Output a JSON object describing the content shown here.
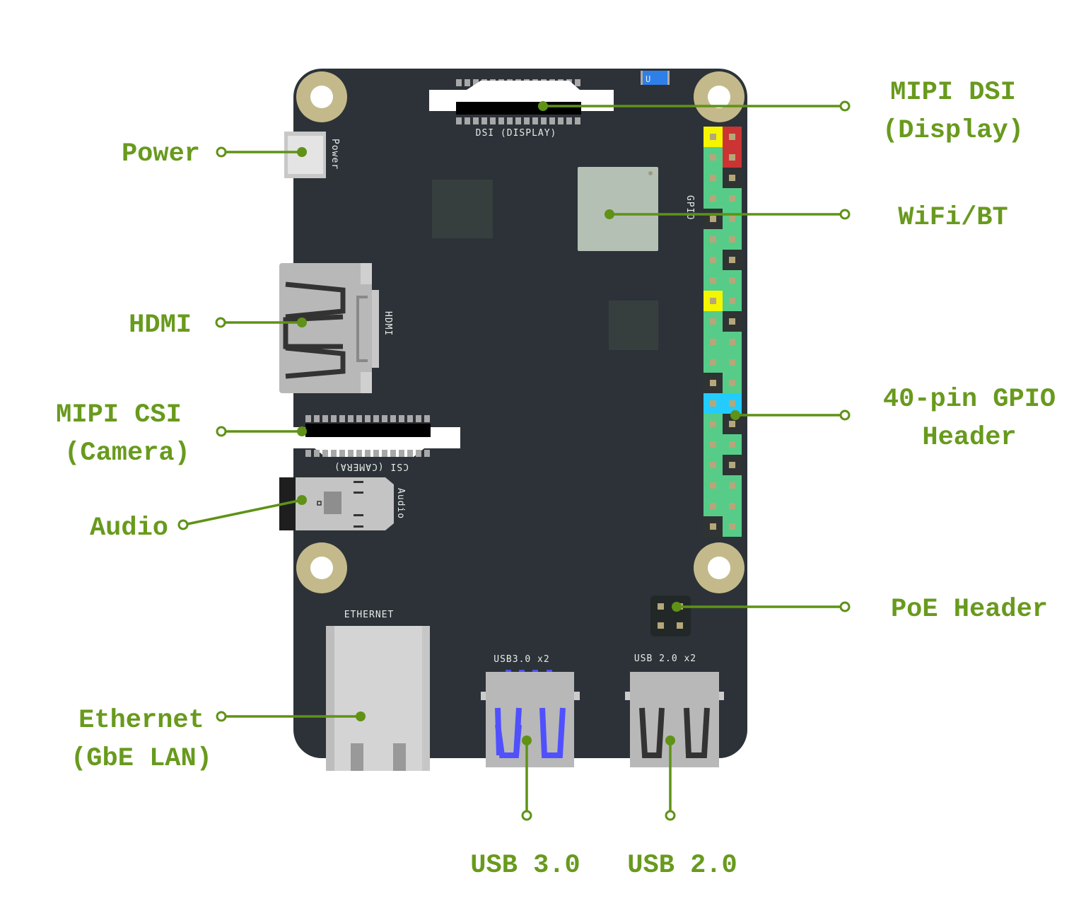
{
  "colors": {
    "board": "#2c3238",
    "label_green": "#689a1d",
    "gpio_green": "#56cc88",
    "gpio_yellow": "#f5f500",
    "gpio_red": "#cc3333",
    "gpio_cyan": "#22ccff",
    "gpio_black": "#2f3333",
    "usb3_blue": "#5050ff",
    "mount_ring": "#c4b98a"
  },
  "gpio_pin_colors": [
    "YR",
    "GR",
    "GK",
    "GG",
    "KG",
    "GG",
    "GK",
    "GG",
    "YG",
    "GK",
    "GG",
    "GG",
    "KG",
    "CC",
    "GK",
    "GG",
    "GK",
    "GG",
    "GG",
    "KG"
  ],
  "silkscreen": {
    "dsi": "DSI (DISPLAY)",
    "power": "Power",
    "gpio": "GPIO",
    "hdmi": "HDMI",
    "csi": "CSI (CAMERA)",
    "audio": "Audio",
    "ethernet": "ETHERNET",
    "usb3": "USB3.0 x2",
    "usb2": "USB 2.0 x2",
    "chip_u": "U"
  },
  "labels": {
    "mipi_dsi": [
      "MIPI DSI",
      "(Display)"
    ],
    "power": "Power",
    "wifi_bt": "WiFi/BT",
    "hdmi": "HDMI",
    "mipi_csi": [
      "MIPI CSI",
      "(Camera)"
    ],
    "gpio": [
      "40-pin GPIO",
      "Header"
    ],
    "audio": "Audio",
    "poe": "PoE Header",
    "ethernet": [
      "Ethernet",
      "(GbE LAN)"
    ],
    "usb3": "USB 3.0",
    "usb2": "USB 2.0"
  }
}
